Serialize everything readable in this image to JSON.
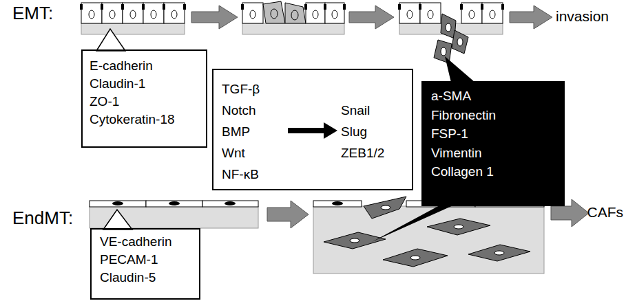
{
  "diagram": {
    "nodes": [
      {
        "text": [
          "E-cadherin",
          "Claudin-1",
          "ZO-1",
          "Cytokeratin-18"
        ]
      },
      {
        "text": [
          "TGF-β",
          "Notch",
          "BMP",
          "Wnt",
          "NF-κB",
          "Snail",
          "Slug",
          "ZEB1/2"
        ]
      },
      {
        "text": [
          "a-SMA",
          "Fibronectin",
          "FSP-1",
          "Vimentin",
          "Collagen 1"
        ]
      },
      {
        "text": [
          "VE-cadherin",
          "PECAM-1",
          "Claudin-5"
        ]
      }
    ],
    "labels": [
      "EMT:",
      "invasion",
      "EndMT:",
      "CAFs"
    ]
  }
}
